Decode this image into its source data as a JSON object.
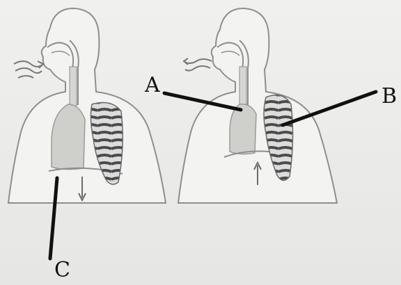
{
  "labels": {
    "a": "A",
    "b": "B",
    "c": "C"
  },
  "colors": {
    "background": "#eeeeec",
    "body_outline": "#8e8e8e",
    "body_fill": "#f3f3f1",
    "lung_fill": "#cfcfcb",
    "rib_dark": "#4a4a4a",
    "rib_light": "#dcdcdc",
    "leader_line": "#111111"
  },
  "icons": {
    "air_flow": "wavy-arrows",
    "diaphragm_motion": "arrow"
  }
}
